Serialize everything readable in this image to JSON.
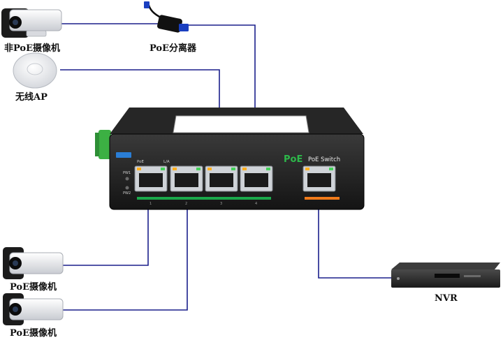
{
  "devices": {
    "non_poe_camera": {
      "label": "非PoE摄像机"
    },
    "poe_splitter": {
      "label": "PoE分离器"
    },
    "wireless_ap": {
      "label": "无线AP"
    },
    "poe_camera_1": {
      "label": "PoE摄像机"
    },
    "poe_camera_2": {
      "label": "PoE摄像机"
    },
    "nvr": {
      "label": "NVR"
    }
  },
  "switch": {
    "badge": "PoE",
    "title": "PoE Switch",
    "poe_mark": "PoE",
    "la_mark": "L/A",
    "pw1": "PW1",
    "pw2": "PW2",
    "port_numbers": [
      "1",
      "2",
      "3",
      "4"
    ]
  },
  "colors": {
    "cable": "#1a1f8c",
    "switch_body": "#1e1e1e",
    "poe_text": "#2db84a",
    "green_strip": "#1aa84a",
    "orange_strip": "#f07a1a",
    "din_clip": "#3cb043"
  }
}
